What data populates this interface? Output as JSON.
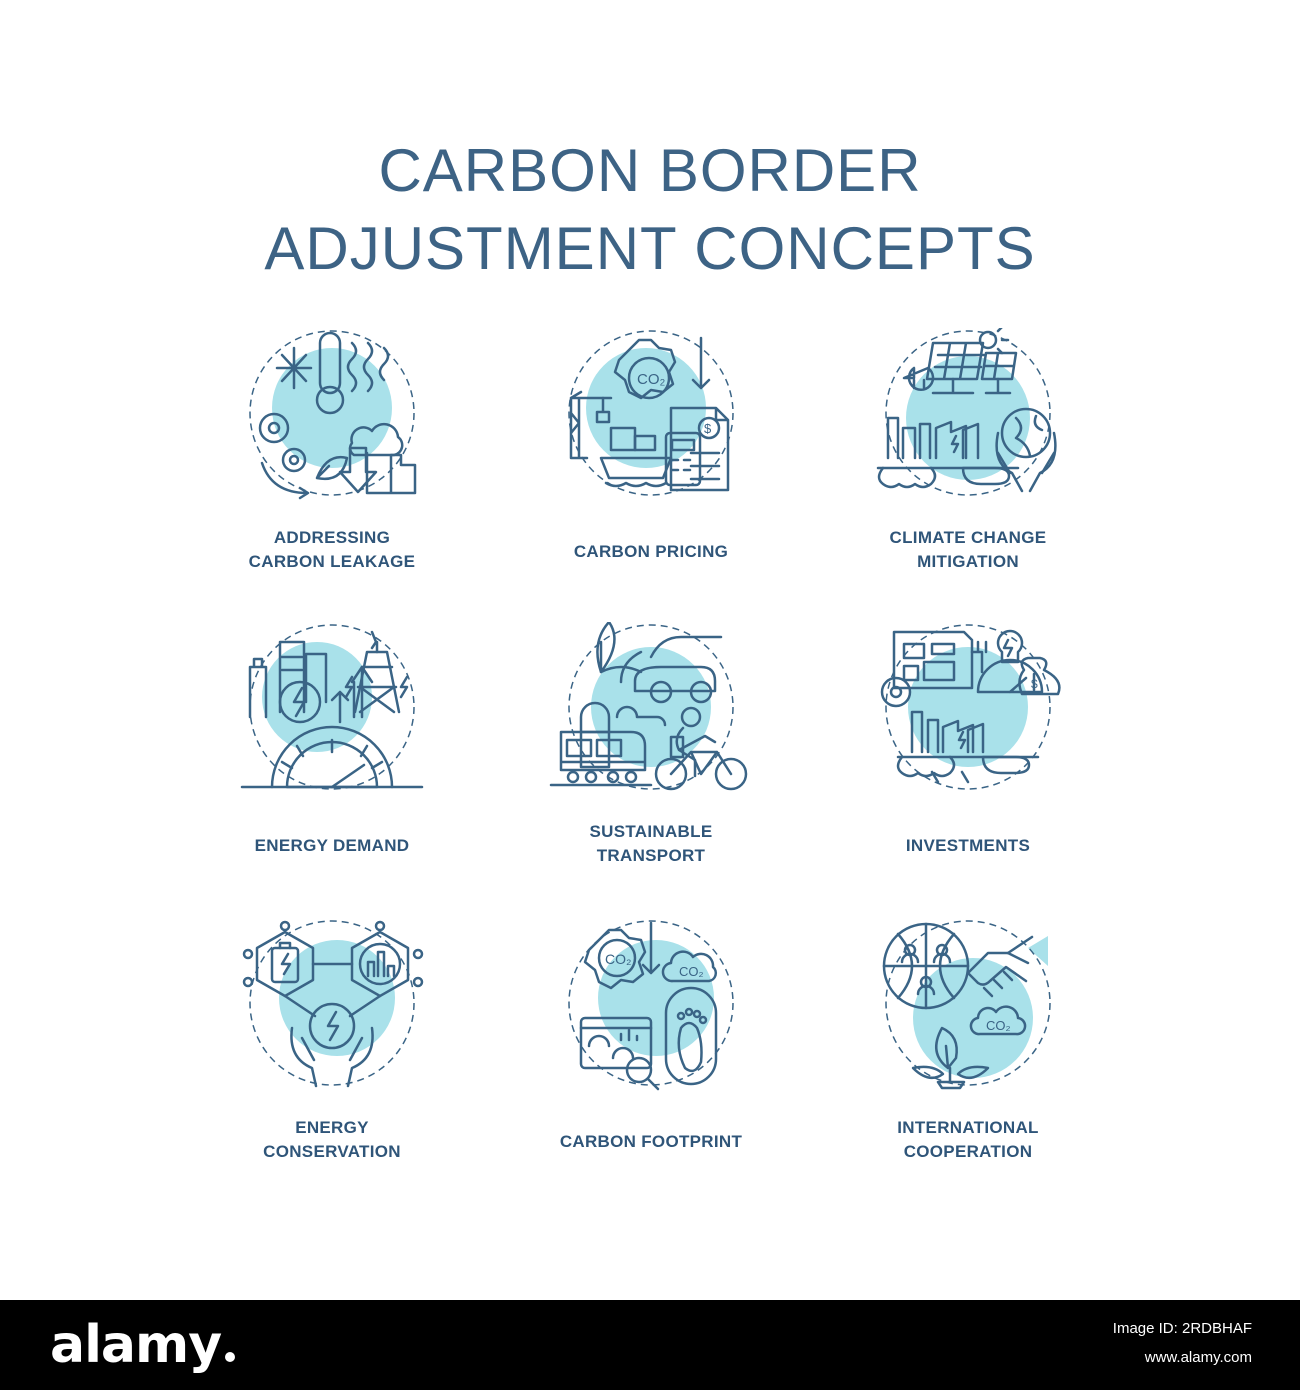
{
  "title": {
    "line1": "CARBON BORDER",
    "line2": "ADJUSTMENT CONCEPTS"
  },
  "colors": {
    "title": "#3d6385",
    "label": "#2f5579",
    "stroke": "#3a6486",
    "fill": "#a9e1ea"
  },
  "concepts": [
    {
      "lines": [
        "ADDRESSING",
        "CARBON LEAKAGE"
      ],
      "icon": "thermometer-factory-gears-icon"
    },
    {
      "lines": [
        "CARBON PRICING"
      ],
      "icon": "co2-crane-ship-calculator-icon"
    },
    {
      "lines": [
        "CLIMATE CHANGE",
        "MITIGATION"
      ],
      "icon": "solar-panels-earth-hands-icon"
    },
    {
      "lines": [
        "ENERGY DEMAND"
      ],
      "icon": "city-power-gauge-icon"
    },
    {
      "lines": [
        "SUSTAINABLE",
        "TRANSPORT"
      ],
      "icon": "train-bicycle-car-leaf-icon"
    },
    {
      "lines": [
        "INVESTMENTS"
      ],
      "icon": "factory-bulb-moneybag-icon"
    },
    {
      "lines": [
        "ENERGY",
        "CONSERVATION"
      ],
      "icon": "battery-hands-energy-icon"
    },
    {
      "lines": [
        "CARBON FOOTPRINT"
      ],
      "icon": "co2-footprint-magnifier-icon"
    },
    {
      "lines": [
        "INTERNATIONAL",
        "COOPERATION"
      ],
      "icon": "globe-handshake-co2-icon"
    }
  ],
  "footer": {
    "brand": "alamy",
    "image_id": "Image ID: 2RDBHAF",
    "site": "www.alamy.com"
  }
}
